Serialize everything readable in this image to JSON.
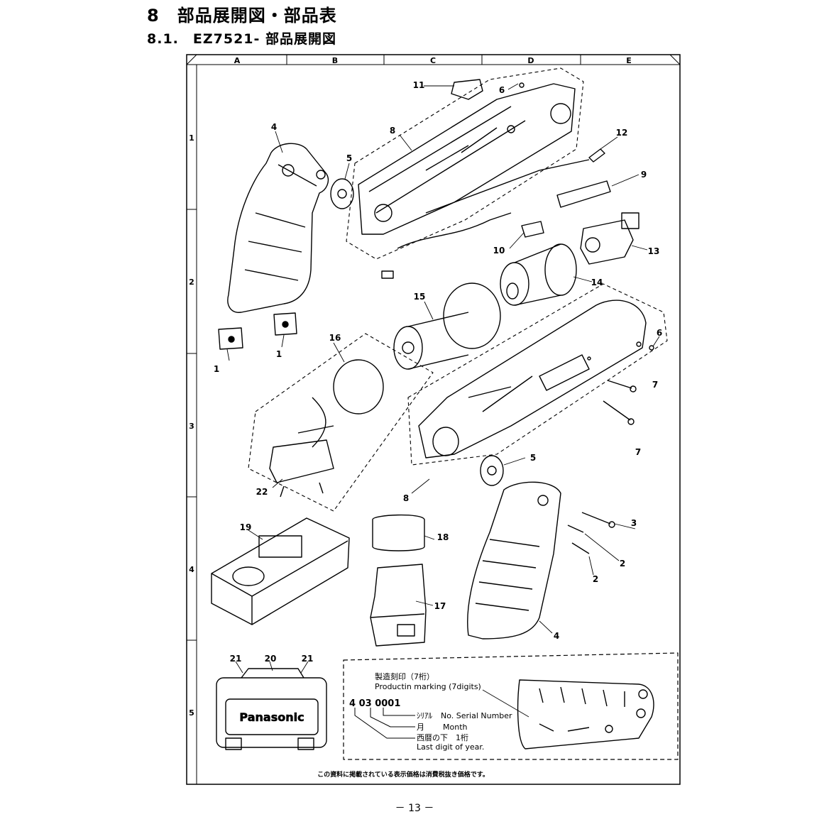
{
  "heading": {
    "title": "8　部品展開図・部品表",
    "subtitle": "8.1.　EZ7521- 部品展開図"
  },
  "grid": {
    "columns": [
      "A",
      "B",
      "C",
      "D",
      "E"
    ],
    "rows": [
      "1",
      "2",
      "3",
      "4",
      "5"
    ]
  },
  "callouts": {
    "c1a": "1",
    "c1b": "1",
    "c2a": "2",
    "c2b": "2",
    "c3": "3",
    "c4a": "4",
    "c4b": "4",
    "c5a": "5",
    "c5b": "5",
    "c6a": "6",
    "c6b": "6",
    "c7a": "7",
    "c7b": "7",
    "c8a": "8",
    "c8b": "8",
    "c9": "9",
    "c10": "10",
    "c11": "11",
    "c12": "12",
    "c13": "13",
    "c14": "14",
    "c15": "15",
    "c16": "16",
    "c17": "17",
    "c18": "18",
    "c19": "19",
    "c20": "20",
    "c21a": "21",
    "c21b": "21",
    "c22": "22"
  },
  "case_brand": "Panasonic",
  "marking": {
    "title_jp": "製造刻印（7桁）",
    "title_en": "Productin marking (7digits)",
    "code": "4 03 0001",
    "serial_jp": "ｼﾘｱﾙ",
    "serial_en": "No. Serial Number",
    "month_jp": "月",
    "month_en": "Month",
    "year_jp": "西暦の下　1桁",
    "year_en": "Last digit of year."
  },
  "footnote": "この資料に掲載されている表示価格は消費税抜き価格です。",
  "page_number": "－ 13 －"
}
